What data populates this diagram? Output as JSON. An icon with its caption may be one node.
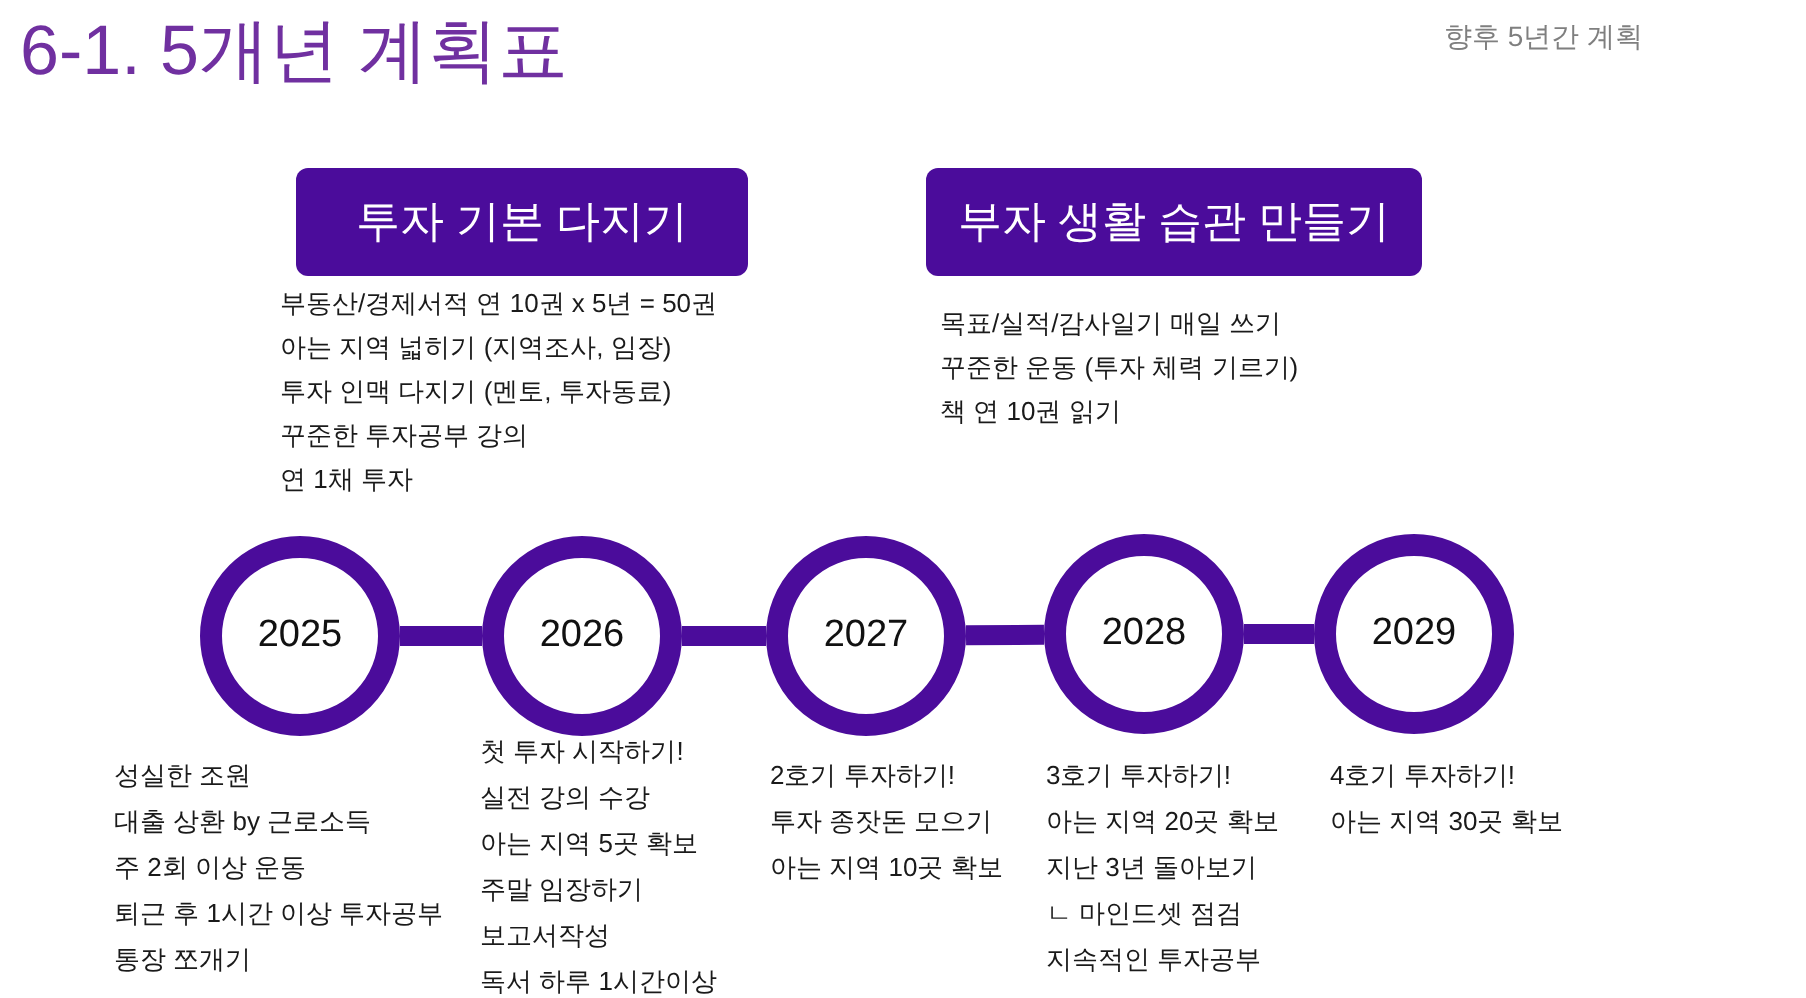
{
  "diagram": {
    "title": "6-1. 5개년 계획표",
    "nodes": [
      {
        "text": [
          "투자 기본 다지기"
        ],
        "beside": [
          "부동산/경제서적 연 10권 x 5년 = 50권",
          "아는 지역 넓히기 (지역조사, 임장)",
          "투자 인맥 다지기 (멘토, 투자동료)",
          "꾸준한 투자공부 강의",
          "연 1채 투자"
        ]
      },
      {
        "text": [
          "부자 생활 습관 만들기"
        ],
        "beside": [
          "목표/실적/감사일기 매일 쓰기",
          "꾸준한 운동 (투자 체력 기르기)",
          "책 연 10권 읽기"
        ]
      },
      {
        "text": [
          "2025"
        ],
        "beside": [
          "성실한 조원",
          "대출 상환 by 근로소득",
          "주 2회 이상 운동",
          "퇴근 후 1시간 이상 투자공부",
          "통장 쪼개기"
        ]
      },
      {
        "text": [
          "2026"
        ],
        "beside": [
          "첫 투자 시작하기!",
          "실전 강의 수강",
          "아는 지역 5곳 확보",
          "주말 임장하기",
          "보고서작성",
          "독서 하루 1시간이상"
        ]
      },
      {
        "text": [
          "2027"
        ],
        "beside": [
          "2호기 투자하기!",
          "투자 종잣돈 모으기",
          "아는 지역 10곳 확보"
        ]
      },
      {
        "text": [
          "2028"
        ],
        "beside": [
          "3호기 투자하기!",
          "아는 지역 20곳 확보",
          "지난 3년 돌아보기",
          "ㄴ 마인드셋 점검",
          "지속적인 투자공부"
        ]
      },
      {
        "text": [
          "2029"
        ],
        "beside": [
          "4호기 투자하기!",
          "아는 지역 30곳 확보"
        ]
      }
    ],
    "edges": [
      {
        "from": 2,
        "to": 3,
        "arrow": "none"
      },
      {
        "from": 3,
        "to": 4,
        "arrow": "none"
      },
      {
        "from": 4,
        "to": 5,
        "arrow": "none"
      },
      {
        "from": 5,
        "to": 6,
        "arrow": "none"
      }
    ],
    "labels": [
      "향후 5년간 계획"
    ]
  }
}
